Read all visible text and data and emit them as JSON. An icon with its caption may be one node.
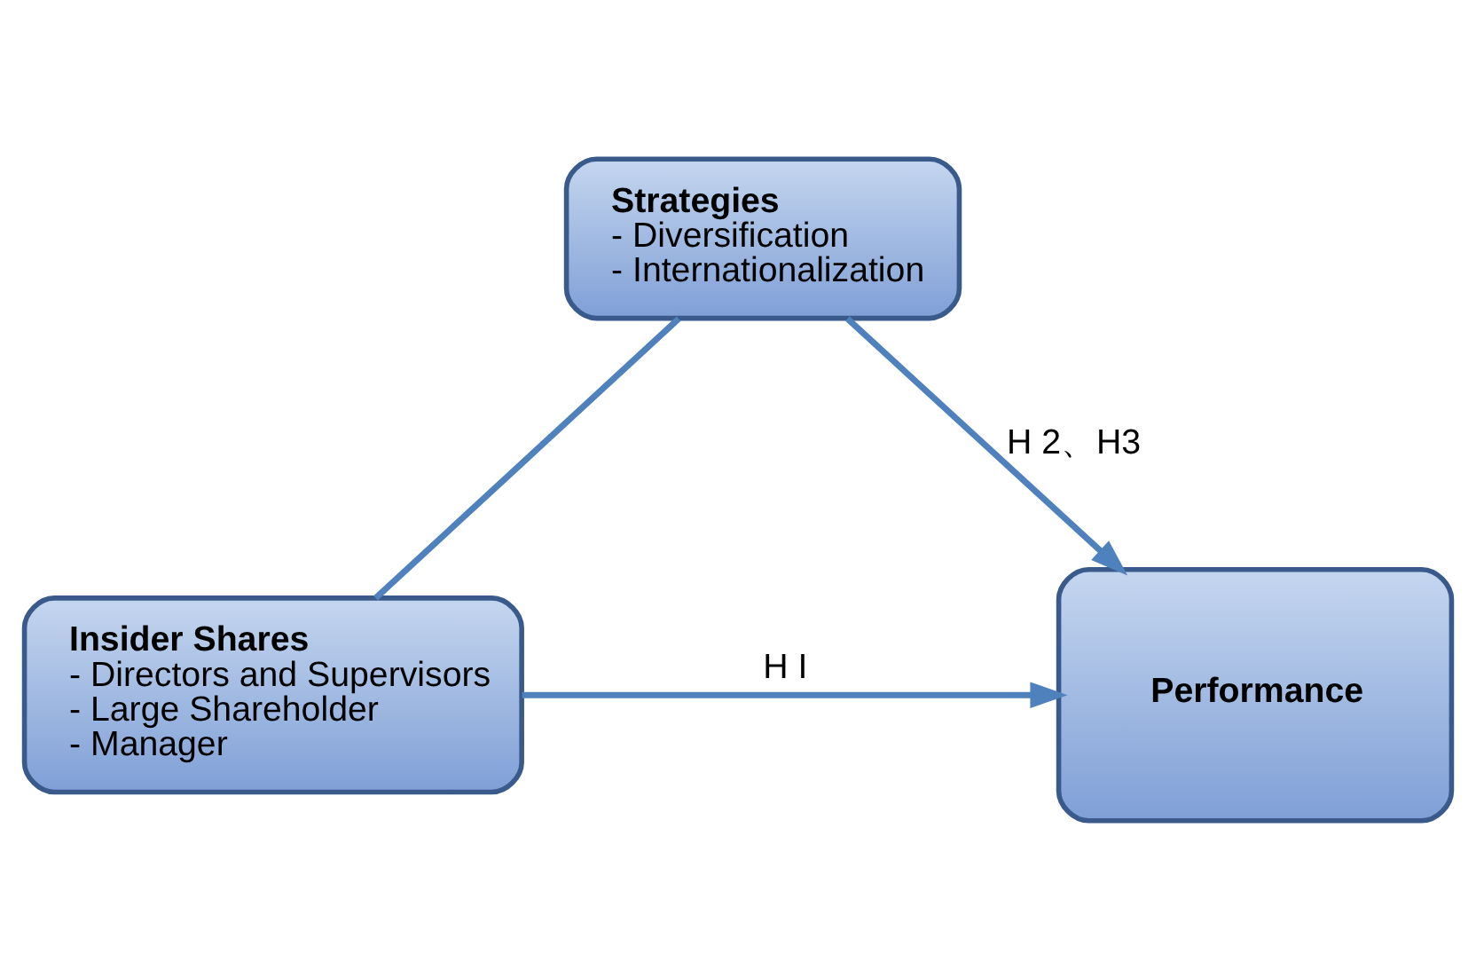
{
  "diagram": {
    "nodes": [
      {
        "text": [
          "Strategies",
          "- Diversification",
          "- Internationalization"
        ]
      },
      {
        "text": [
          "Insider Shares",
          "- Directors and Supervisors",
          "- Large Shareholder",
          "- Manager"
        ]
      },
      {
        "text": [
          "Performance"
        ]
      }
    ],
    "edges": [
      {
        "from": 1,
        "to": 0,
        "arrow": "none"
      },
      {
        "from": 0,
        "to": 2,
        "arrow": "to",
        "label": "H 2、H3"
      },
      {
        "from": 1,
        "to": 2,
        "arrow": "to",
        "label": "H I"
      }
    ]
  }
}
